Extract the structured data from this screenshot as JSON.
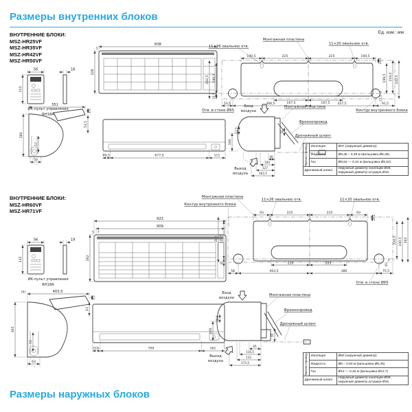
{
  "page": {
    "title": "Размеры внутренних блоков",
    "units": "Ед. изм.: мм",
    "footer": "Размеры наружных блоков"
  },
  "s1": {
    "heading": "ВНУТРЕННИЕ БЛОКИ:",
    "m1": "MSZ-HR25VF",
    "m2": "MSZ-HR35VF",
    "m3": "MSZ-HR42VF",
    "m4": "MSZ-HR50VF",
    "remote": {
      "caption": "ИК-пульт управления",
      "model": "RH18A",
      "w": "56",
      "t": "18",
      "h": "112"
    },
    "front": {
      "w": "838",
      "h": "228",
      "lip": "5"
    },
    "side": {
      "depth": "351",
      "d1": "4,5",
      "h": "280",
      "d2": "57",
      "d3": "53,5",
      "d4": "50"
    },
    "bottom": {
      "d1": "49,5",
      "d2": "677,5",
      "d3": "111"
    },
    "plate": {
      "label": "Монтажная пластина",
      "holeL": "11×26 овальное отв.",
      "holeR": "11×20 овальное отв.",
      "t1": "100,5",
      "t2": "225",
      "t3": "225",
      "t4": "100,5",
      "t5": "23,5",
      "l1": "242,5",
      "l2": "199,5",
      "l3": "37,5",
      "r1": "199,5",
      "r2": "219,5",
      "r3": "242,5",
      "r4": "7",
      "r5": "17,5",
      "c1": "167,5",
      "c2": "167,5",
      "b1": "53,5",
      "b2": "366,5",
      "b3": "327,5",
      "b4": "91,5",
      "wall": "Отв. в стене Ø65",
      "contour": "Контур внутреннего блока"
    },
    "pipes": {
      "in1": "Вход",
      "in2": "воздуха",
      "out1": "Выход",
      "out2": "воздуха",
      "plate": "Монтажная пластина",
      "freon": "Фреонопровод",
      "drain": "Дренажный шланг",
      "v1": "100",
      "v2": "12,5",
      "v3": "32",
      "h1": "40",
      "h2": "100",
      "h3": "127",
      "h4": "162,5"
    },
    "table": {
      "group": "Фреоно-провод.",
      "r1l": "Изоляция",
      "r1v": "Ø37 (наружный диаметр)",
      "r2l": "Жидкость",
      "r2v": "Ø6,35 – 0,39 м (вальцовка Ø6,35)",
      "r3l": "Газ",
      "r3v": "Ø9,52 — 0,34 м (вальцовка Ø9,52)",
      "r4l": "Дренажный шланг",
      "r4v": "Наружный диаметр изоляции Ø28, наружный диаметр штуцера Ø16."
    }
  },
  "s2": {
    "heading": "ВНУТРЕННИЕ БЛОКИ:",
    "m1": "MSZ-HR60VF",
    "m2": "MSZ-HR71VF",
    "remote": {
      "caption": "ИК-пульт управления",
      "model": "RH18A",
      "w": "56",
      "t": "19",
      "h": "132"
    },
    "front": {
      "w": "923",
      "w2": "909",
      "d1": "5",
      "d2": "7",
      "h": "262"
    },
    "side": {
      "d0": "(5)",
      "depth": "403,5",
      "d1": "3,5",
      "d2": "43",
      "h": "305",
      "d3": "52",
      "d4": "63"
    },
    "bottom": {
      "d1": "(53)",
      "d2": "709",
      "d3": "161"
    },
    "plate": {
      "label": "Монтажная пластина",
      "contour": "Контур внутреннего блока",
      "holeL": "11×26 овальное отв.",
      "holeR": "11×20 овальное отв.",
      "t1": "93",
      "t2": "225",
      "t3": "225",
      "t4": "93",
      "t5": "21,5",
      "l1": "263",
      "l2": "221,5",
      "l3": "42",
      "r1": "220,5",
      "r2": "240,5",
      "r3": "262",
      "r4": "3",
      "r5": "43",
      "c1": "220",
      "c2": "205",
      "b1": "58",
      "b2": "403,5",
      "b3": "386",
      "b4": "75,5",
      "wall": "Отв. в стене Ø65"
    },
    "pipes": {
      "in1": "Вход",
      "in2": "воздуха",
      "out1": "Выход",
      "out2": "воздуха",
      "plate": "Монтажная пластина",
      "freon": "Фреонопровод",
      "drain": "Дренажный шланг",
      "v1": "100",
      "v2": "18,5",
      "v3": "65",
      "h1": "65",
      "h2": "116,5",
      "h3": "133",
      "h4": "175,5"
    },
    "table": {
      "group": "Фреоно-провод.",
      "r1l": "Изоляция",
      "r1v": "Ø50 (наружный диаметр)",
      "r2l": "Жидкость",
      "r2v": "Ø8 – 0,50 м (вальцовка Ø6,35)",
      "r3l": "Газ",
      "r3v": "Ø12 — 0,45 м (вальцовка Ø12,7)",
      "r4l": "Дренажный шланг",
      "r4v": "Наружный диаметр изоляции Ø29, наружный диаметр штуцера Ø16."
    }
  }
}
